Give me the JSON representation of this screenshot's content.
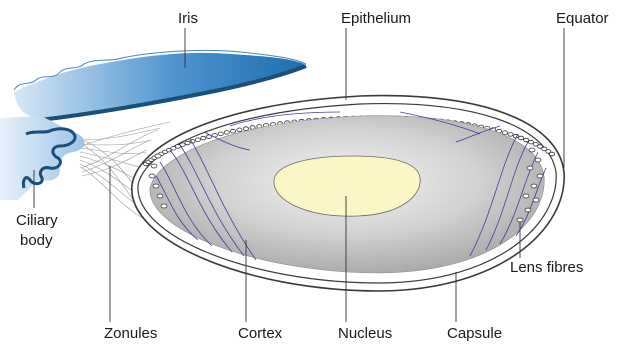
{
  "diagram": {
    "labels": {
      "iris": "Iris",
      "epithelium": "Epithelium",
      "equator": "Equator",
      "ciliary_body_line1": "Ciliary",
      "ciliary_body_line2": "body",
      "lens_fibres": "Lens fibres",
      "zonules": "Zonules",
      "cortex": "Cortex",
      "nucleus": "Nucleus",
      "capsule": "Capsule"
    },
    "colors": {
      "iris_blue": "#1e6eb0",
      "iris_light": "#a9cbe8",
      "ciliary_blue": "#8fb9e0",
      "outline_dark": "#1a4f7a",
      "cortex_gray": "#b4b4b4",
      "nucleus_yellow": "#fbf6c6",
      "fibre_purple": "#3b3f9c",
      "leader_line": "#333333"
    }
  }
}
